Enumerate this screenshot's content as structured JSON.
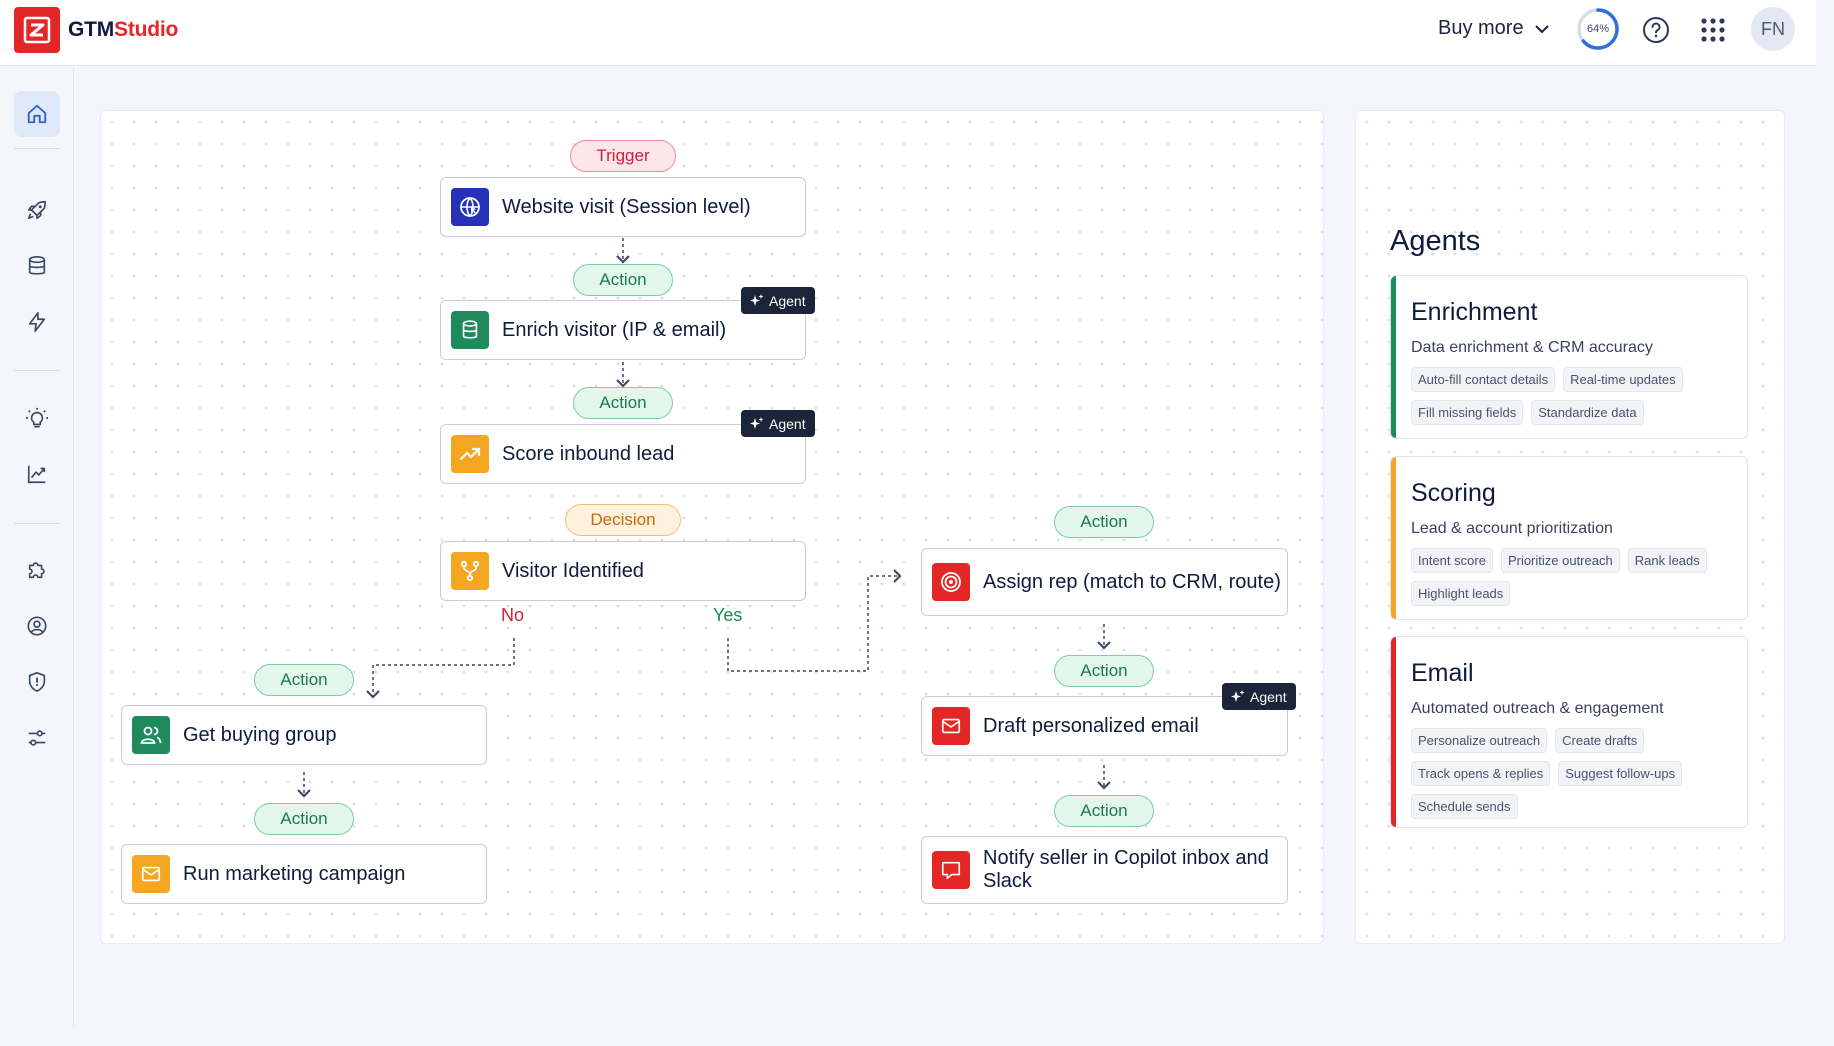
{
  "header": {
    "brand_primary": "GTM",
    "brand_secondary": "Studio",
    "buy_more_label": "Buy more",
    "progress_percent": 64,
    "progress_label": "64%",
    "avatar_initials": "FN",
    "accent_color": "#e32727"
  },
  "sidebar": {
    "items": [
      {
        "icon": "home-icon",
        "active": true
      },
      {
        "icon": "rocket-icon"
      },
      {
        "icon": "database-icon"
      },
      {
        "icon": "bolt-icon"
      },
      {
        "icon": "lightbulb-icon"
      },
      {
        "icon": "chart-icon"
      },
      {
        "icon": "puzzle-icon"
      },
      {
        "icon": "user-circle-icon"
      },
      {
        "icon": "shield-icon"
      },
      {
        "icon": "sliders-icon"
      }
    ]
  },
  "flow": {
    "trigger_pill": "Trigger",
    "decision_pill": "Decision",
    "action_pill": "Action",
    "agent_tag": "Agent",
    "nodes": {
      "website_visit": "Website visit (Session level)",
      "enrich_visitor": "Enrich visitor (IP & email)",
      "score_lead": "Score inbound lead",
      "visitor_identified": "Visitor Identified",
      "get_buying_group": "Get buying group",
      "run_campaign": "Run marketing campaign",
      "assign_rep": "Assign rep (match to CRM, route)",
      "draft_email": "Draft personalized email",
      "notify_seller": "Notify seller in Copilot inbox and Slack"
    },
    "branch_no": "No",
    "branch_yes": "Yes"
  },
  "agents": {
    "title": "Agents",
    "cards": [
      {
        "name": "Enrichment",
        "description": "Data enrichment & CRM accuracy",
        "color": "#1f8a5b",
        "tags": [
          "Auto-fill contact details",
          "Real-time updates",
          "Fill missing fields",
          "Standardize data"
        ]
      },
      {
        "name": "Scoring",
        "description": "Lead & account prioritization",
        "color": "#f5a623",
        "tags": [
          "Intent score",
          "Prioritize outreach",
          "Rank leads",
          "Highlight leads"
        ]
      },
      {
        "name": "Email",
        "description": "Automated outreach & engagement",
        "color": "#e32727",
        "tags": [
          "Personalize outreach",
          "Create drafts",
          "Track opens & replies",
          "Suggest follow-ups",
          "Schedule sends"
        ]
      }
    ]
  }
}
